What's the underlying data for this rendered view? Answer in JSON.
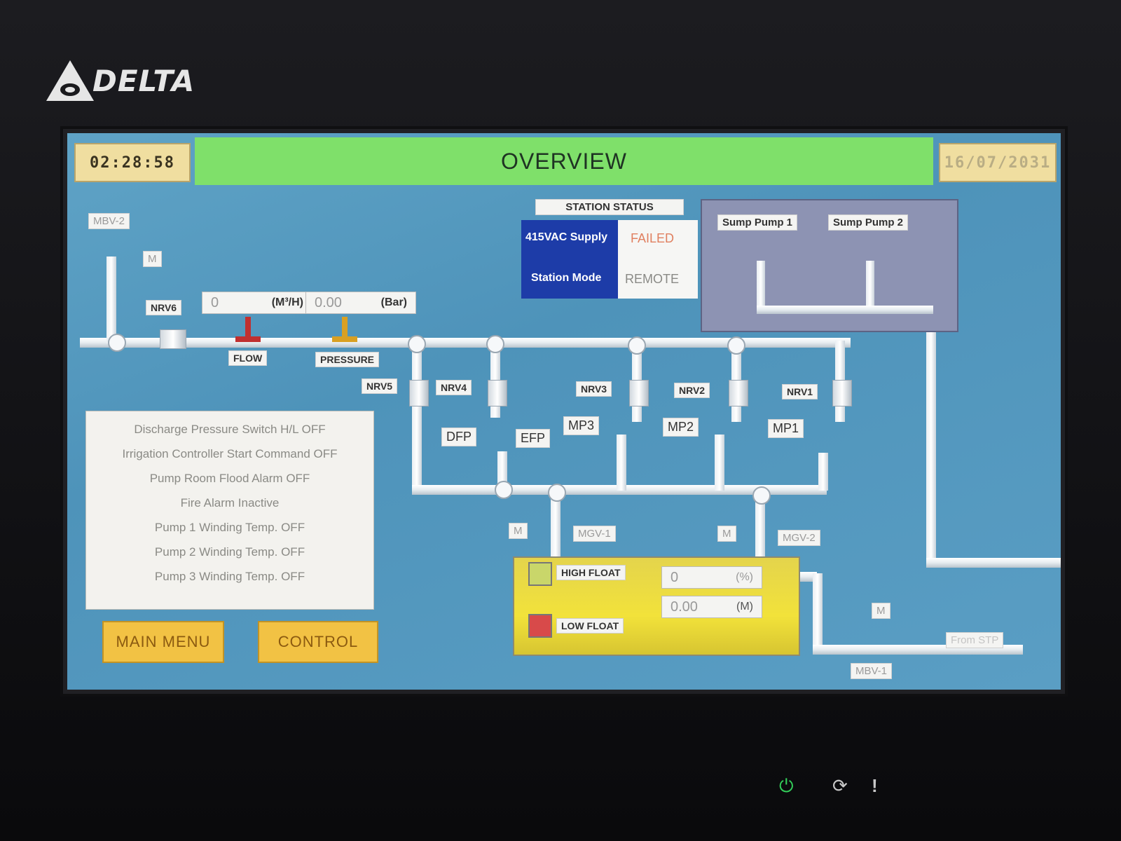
{
  "device": {
    "brand": "DELTA"
  },
  "header": {
    "time": "02:28:58",
    "title": "OVERVIEW",
    "date": "16/07/2031"
  },
  "station_status": {
    "title": "STATION STATUS",
    "supply_label": "415VAC Supply",
    "supply_value": "FAILED",
    "mode_label": "Station Mode",
    "mode_value": "REMOTE"
  },
  "sump": {
    "pump1": "Sump Pump 1",
    "pump2": "Sump Pump 2"
  },
  "valves": {
    "mbv2": "MBV-2",
    "m_top": "M",
    "nrv6": "NRV6",
    "nrv5": "NRV5",
    "nrv4": "NRV4",
    "nrv3": "NRV3",
    "nrv2": "NRV2",
    "nrv1": "NRV1",
    "mgv1": "MGV-1",
    "mgv2": "MGV-2",
    "m1": "M",
    "m2": "M",
    "m3": "M",
    "mbv1": "MBV-1",
    "from_stp": "From STP"
  },
  "flow": {
    "value": "0",
    "unit": "(M³/H)",
    "label": "FLOW"
  },
  "pressure": {
    "value": "0.00",
    "unit": "(Bar)",
    "label": "PRESSURE"
  },
  "pumps": {
    "dfp": "DFP",
    "efp": "EFP",
    "mp3": "MP3",
    "mp2": "MP2",
    "mp1": "MP1"
  },
  "alarms": [
    "Discharge Pressure Switch H/L OFF",
    "Irrigation Controller Start Command OFF",
    "Pump Room Flood Alarm OFF",
    "Fire Alarm Inactive",
    "Pump 1 Winding Temp. OFF",
    "Pump 2 Winding Temp. OFF",
    "Pump 3 Winding Temp. OFF"
  ],
  "tank": {
    "high_float": "HIGH FLOAT",
    "low_float": "LOW FLOAT",
    "level_pct": "0",
    "level_pct_unit": "(%)",
    "level_m": "0.00",
    "level_m_unit": "(M)",
    "colors": {
      "high": "#c9d66a",
      "low": "#d84a4a"
    }
  },
  "buttons": {
    "main_menu": "MAIN MENU",
    "control": "CONTROL"
  },
  "indicators": {
    "power": "⏻",
    "sync": "⟳",
    "alert": "!",
    "colors": {
      "power": "#33d05a",
      "other": "#c8c8c8"
    }
  }
}
